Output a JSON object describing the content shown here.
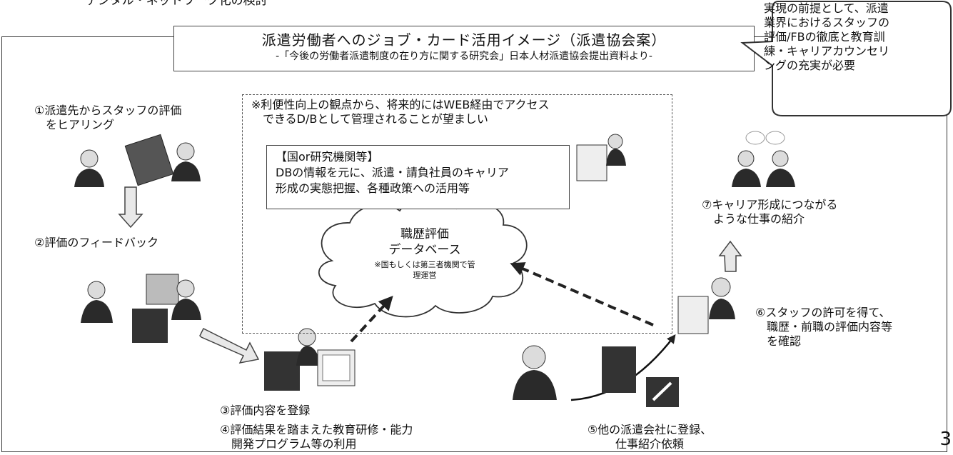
{
  "header_text": "デジタル・ネットワーク化の検討",
  "title": {
    "main": "派遣労働者へのジョブ・カード活用イメージ（派遣協会案）",
    "sub": "-「今後の労働者派遣制度の在り方に関する研究会」日本人材派遣協会提出資料より-"
  },
  "callout": "実現の前提として、派遣\n業界におけるスタッフの\n評価/FBの徹底と教育訓\n練・キャリアカウンセリ\nングの充実が必要",
  "db_area": {
    "note": "※利便性向上の観点から、将来的にはWEB経由でアクセス\n　できるD/Bとして管理されることが望ましい",
    "info_box": "【国or研究機関等】\nDBの情報を元に、派遣・請負社員のキャリア\n形成の実態把握、各種政策への活用等",
    "cloud_title": "職歴評価\nデータベース",
    "cloud_note": "※国もしくは第三者機関で管\n理運営"
  },
  "steps": {
    "step1": "①派遣先からスタッフの評価\n　をヒアリング",
    "step2": "②評価のフィードバック",
    "step3": "③評価内容を登録",
    "step4": "④評価結果を踏まえた教育研修・能力\n　開発プログラム等の利用",
    "step5": "⑤他の派遣会社に登録、\n仕事紹介依頼",
    "step6": "⑥スタッフの許可を得て、\n　職歴・前職の評価内容等\n　を確認",
    "step7": "⑦キャリア形成につながる\n　ような仕事の紹介"
  },
  "page_number": "3",
  "colors": {
    "person_dark": "#2a2a2a",
    "person_light": "#dcdcdc",
    "arrow_fill": "#e8e8e8",
    "dashed_arrow": "#222222"
  }
}
